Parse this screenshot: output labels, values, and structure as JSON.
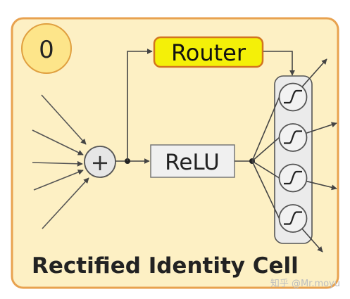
{
  "diagram": {
    "badge": "0",
    "router_label": "Router",
    "relu_label": "ReLU",
    "plus_symbol": "+",
    "cell_title": "Rectified Identity Cell",
    "watermark": "知乎 @Mr.moyu",
    "sigmoid_unit_count": 4,
    "colors": {
      "panel_fill": "#fdf0c4",
      "panel_border": "#e8a24f",
      "badge_fill": "#fde58a",
      "router_fill": "#f4f008",
      "router_border": "#d2741f",
      "relu_fill": "#f0f0f0",
      "stack_fill": "#e8e8e8",
      "line": "#444444"
    }
  }
}
